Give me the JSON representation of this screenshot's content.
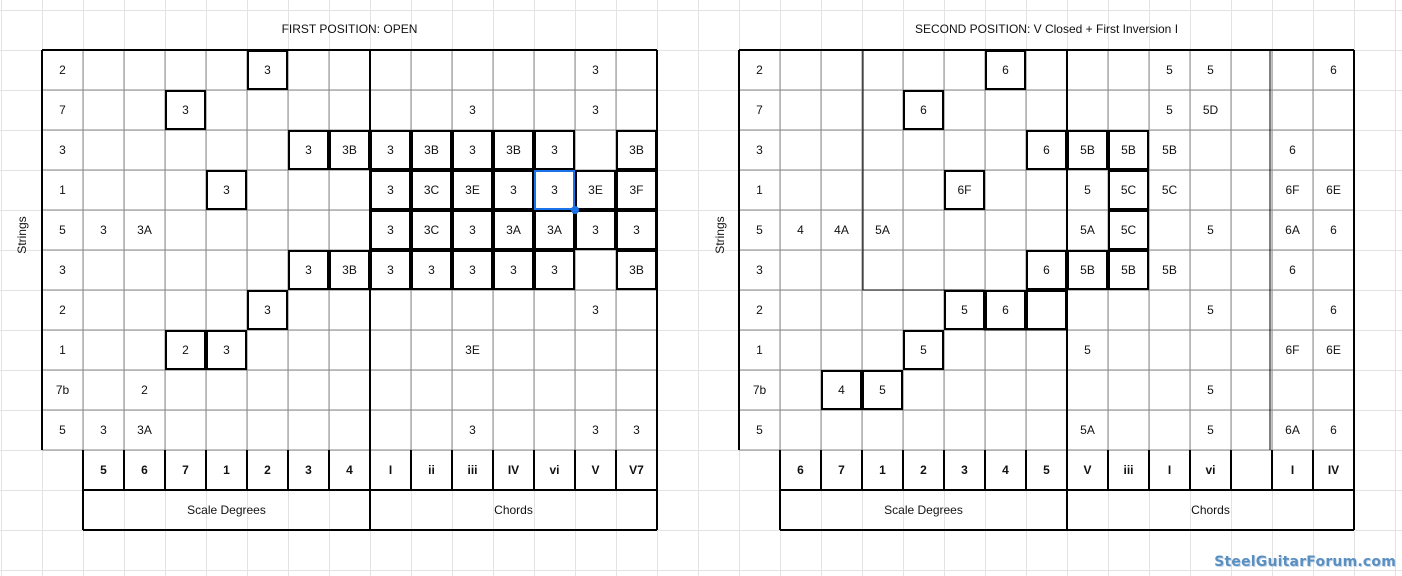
{
  "left": {
    "title": "FIRST POSITION: OPEN",
    "strings_label": "Strings",
    "rows": [
      [
        "2",
        "",
        "",
        "",
        "",
        "3",
        "",
        "",
        "",
        "",
        "",
        "",
        "",
        "3",
        ""
      ],
      [
        "7",
        "",
        "",
        "3",
        "",
        "",
        "",
        "",
        "",
        "",
        "3",
        "",
        "",
        "3",
        ""
      ],
      [
        "3",
        "",
        "",
        "",
        "",
        "",
        "3",
        "3B",
        "3",
        "3B",
        "3",
        "3B",
        "3",
        "",
        "3B"
      ],
      [
        "1",
        "",
        "",
        "",
        "3",
        "",
        "",
        "",
        "3",
        "3C",
        "3E",
        "3",
        "3",
        "3E",
        "3F"
      ],
      [
        "5",
        "3",
        "3A",
        "",
        "",
        "",
        "",
        "",
        "3",
        "3C",
        "3",
        "3A",
        "3A",
        "3",
        "3"
      ],
      [
        "3",
        "",
        "",
        "",
        "",
        "",
        "3",
        "3B",
        "3",
        "3",
        "3",
        "3",
        "3",
        "",
        "3B"
      ],
      [
        "2",
        "",
        "",
        "",
        "",
        "3",
        "",
        "",
        "",
        "",
        "",
        "",
        "",
        "3",
        ""
      ],
      [
        "1",
        "",
        "",
        "2",
        "3",
        "",
        "",
        "",
        "",
        "",
        "3E",
        "",
        "",
        "",
        ""
      ],
      [
        "7b",
        "",
        "2",
        "",
        "",
        "",
        "",
        "",
        "",
        "",
        "",
        "",
        "",
        "",
        ""
      ],
      [
        "5",
        "3",
        "3A",
        "",
        "",
        "",
        "",
        "",
        "",
        "",
        "3",
        "",
        "",
        "3",
        "3"
      ]
    ],
    "footer": [
      "",
      "5",
      "6",
      "7",
      "1",
      "2",
      "3",
      "4",
      "I",
      "ii",
      "iii",
      "IV",
      "vi",
      "V",
      "V7"
    ],
    "group_labels": [
      "Scale Degrees",
      "Chords"
    ]
  },
  "right": {
    "title": "SECOND POSITION: V Closed + First Inversion I",
    "strings_label": "Strings",
    "rows": [
      [
        "2",
        "",
        "",
        "",
        "",
        "",
        "6",
        "",
        "",
        "",
        "5",
        "5",
        "",
        "",
        "6"
      ],
      [
        "7",
        "",
        "",
        "",
        "6",
        "",
        "",
        "",
        "",
        "",
        "5",
        "5D",
        "",
        "",
        ""
      ],
      [
        "3",
        "",
        "",
        "",
        "",
        "",
        "",
        "6",
        "5B",
        "5B",
        "5B",
        "",
        "",
        "6",
        ""
      ],
      [
        "1",
        "",
        "",
        "",
        "",
        "6F",
        "",
        "",
        "5",
        "5C",
        "5C",
        "",
        "",
        "6F",
        "6E"
      ],
      [
        "5",
        "4",
        "4A",
        "5A",
        "",
        "",
        "",
        "",
        "5A",
        "5C",
        "",
        "5",
        "",
        "6A",
        "6"
      ],
      [
        "3",
        "",
        "",
        "",
        "",
        "",
        "",
        "6",
        "5B",
        "5B",
        "5B",
        "",
        "",
        "6",
        ""
      ],
      [
        "2",
        "",
        "",
        "",
        "",
        "5",
        "6",
        "",
        "",
        "",
        "",
        "5",
        "",
        "",
        "6"
      ],
      [
        "1",
        "",
        "",
        "",
        "5",
        "",
        "",
        "",
        "5",
        "",
        "",
        "",
        "",
        "6F",
        "6E"
      ],
      [
        "7b",
        "",
        "4",
        "5",
        "",
        "",
        "",
        "",
        "",
        "",
        "",
        "5",
        "",
        "",
        ""
      ],
      [
        "5",
        "",
        "",
        "",
        "",
        "",
        "",
        "",
        "5A",
        "",
        "",
        "5",
        "",
        "6A",
        "6"
      ]
    ],
    "footer": [
      "",
      "6",
      "7",
      "1",
      "2",
      "3",
      "4",
      "5",
      "V",
      "iii",
      "I",
      "vi",
      "",
      "I",
      "IV"
    ],
    "group_labels": [
      "Scale Degrees",
      "Chords"
    ]
  },
  "watermark": "SteelGuitarForum.com",
  "colors": {
    "selection": "#1a73e8",
    "gridline": "#e3e3e3",
    "watermark": "#5a8fc0"
  }
}
